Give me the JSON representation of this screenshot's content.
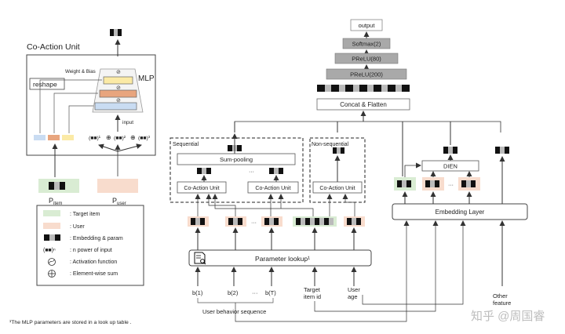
{
  "co_action_unit": {
    "title": "Co-Action Unit",
    "mlp_label": "MLP",
    "weight_bias_label": "Weight & Bias",
    "reshape_label": "reshape",
    "input_label": "input",
    "power_terms": [
      "(■■)¹",
      "⊕",
      "(■■)²",
      "⊕",
      "(■■)³"
    ],
    "p_item_main": "P",
    "p_item_sub": "item",
    "p_user_main": "P",
    "p_user_sub": "user",
    "activation_symbol": "⊘"
  },
  "legend": {
    "items": [
      {
        "label": ": Target item"
      },
      {
        "label": ": User"
      },
      {
        "label": ": Embedding & param"
      },
      {
        "label": ": n power of input",
        "symbol": "(■■)ⁿ"
      },
      {
        "label": ": Activation function"
      },
      {
        "label": ": Element-wise sum"
      }
    ]
  },
  "footnote": "¹The MLP parameters are stored in a look up table .",
  "main": {
    "output": "output",
    "softmax": "Softmax(2)",
    "prelu80": "PReLU(80)",
    "prelu200": "PReLU(200)",
    "concat": "Concat & Flatten",
    "sequential_label": "Sequential",
    "non_sequential_label": "Non-sequential",
    "sum_pooling": "Sum-pooling",
    "co_action_unit_1": "Co-Action Unit",
    "co_action_unit_2": "Co-Action Unit",
    "co_action_unit_3": "Co-Action Unit",
    "ellipsis": "···",
    "parameter_lookup": "Parameter  lookup¹",
    "inputs": [
      "b(1)",
      "b(2)",
      "···",
      "b(T)"
    ],
    "target_item_id": [
      "Target",
      "item id"
    ],
    "user_age": [
      "User",
      "age"
    ],
    "user_behavior_sequence": "User behavior sequence",
    "dien": "DIEN",
    "embedding_layer": "Embedding Layer",
    "other_feature": [
      "Other",
      "feature"
    ],
    "watermark": "知乎 @周国睿"
  },
  "colors": {
    "target_item": "#d9ecd3",
    "user": "#f8dccd",
    "mlp_yellow": "#fbeaa6",
    "mlp_orange": "#e8a57e",
    "mlp_blue": "#c9dcf2",
    "dense_gray": "#a9a9a9"
  }
}
